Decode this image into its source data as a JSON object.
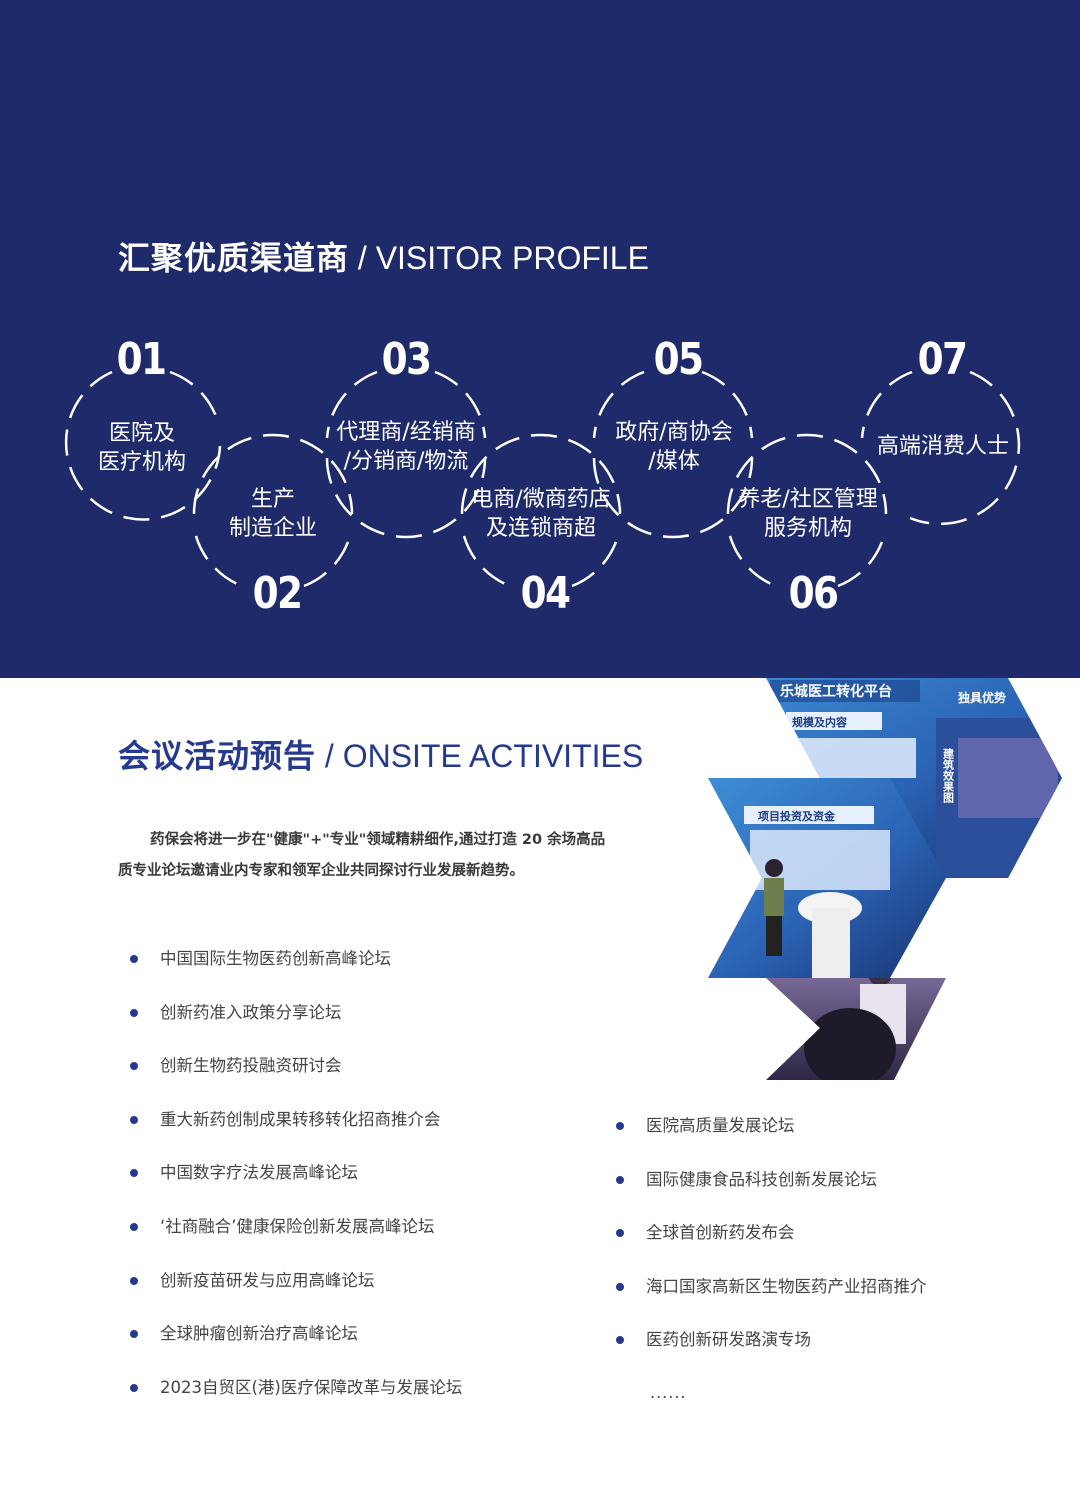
{
  "visitor": {
    "title_cn": "汇聚优质渠道商",
    "title_sep": " / ",
    "title_en": "VISITOR PROFILE",
    "steps": [
      {
        "num": "01",
        "line1": "医院及",
        "line2": "医疗机构"
      },
      {
        "num": "02",
        "line1": "生产",
        "line2": "制造企业"
      },
      {
        "num": "03",
        "line1": "代理商/经销商",
        "line2": "/分销商/物流"
      },
      {
        "num": "04",
        "line1": "电商/微商药店",
        "line2": "及连锁商超"
      },
      {
        "num": "05",
        "line1": "政府/商协会",
        "line2": "/媒体"
      },
      {
        "num": "06",
        "line1": "养老/社区管理",
        "line2": "服务机构"
      },
      {
        "num": "07",
        "line1": "高端消费人士",
        "line2": ""
      }
    ]
  },
  "activities": {
    "title_cn": "会议活动预告",
    "title_sep": " / ",
    "title_en": "ONSITE ACTIVITIES",
    "intro": "药保会将进一步在\"健康\"+\"专业\"领域精耕细作,通过打造 20 余场高品质专业论坛邀请业内专家和领军企业共同探讨行业发展新趋势。",
    "left_items": [
      "中国国际生物医药创新高峰论坛",
      "创新药准入政策分享论坛",
      "创新生物药投融资研讨会",
      "重大新药创制成果转移转化招商推介会",
      "中国数字疗法发展高峰论坛",
      "‘社商融合’健康保险创新发展高峰论坛",
      "创新疫苗研发与应用高峰论坛",
      "全球肿瘤创新治疗高峰论坛",
      "2023自贸区(港)医疗保障改革与发展论坛"
    ],
    "right_items": [
      "医院高质量发展论坛",
      "国际健康食品科技创新发展论坛",
      "全球首创新药发布会",
      "海口国家高新区生物医药产业招商推介",
      "医药创新研发路演专场"
    ],
    "ellipsis": "......"
  },
  "photo": {
    "screen_title": "乐城医工转化平台",
    "screen_tag": "独具优势",
    "panel1": "规模及内容",
    "panel2": "项目投资及资金",
    "side_text": "建筑效果图"
  },
  "colors": {
    "navy": "#1f2a6b",
    "accent_blue": "#25398f",
    "white": "#ffffff"
  }
}
